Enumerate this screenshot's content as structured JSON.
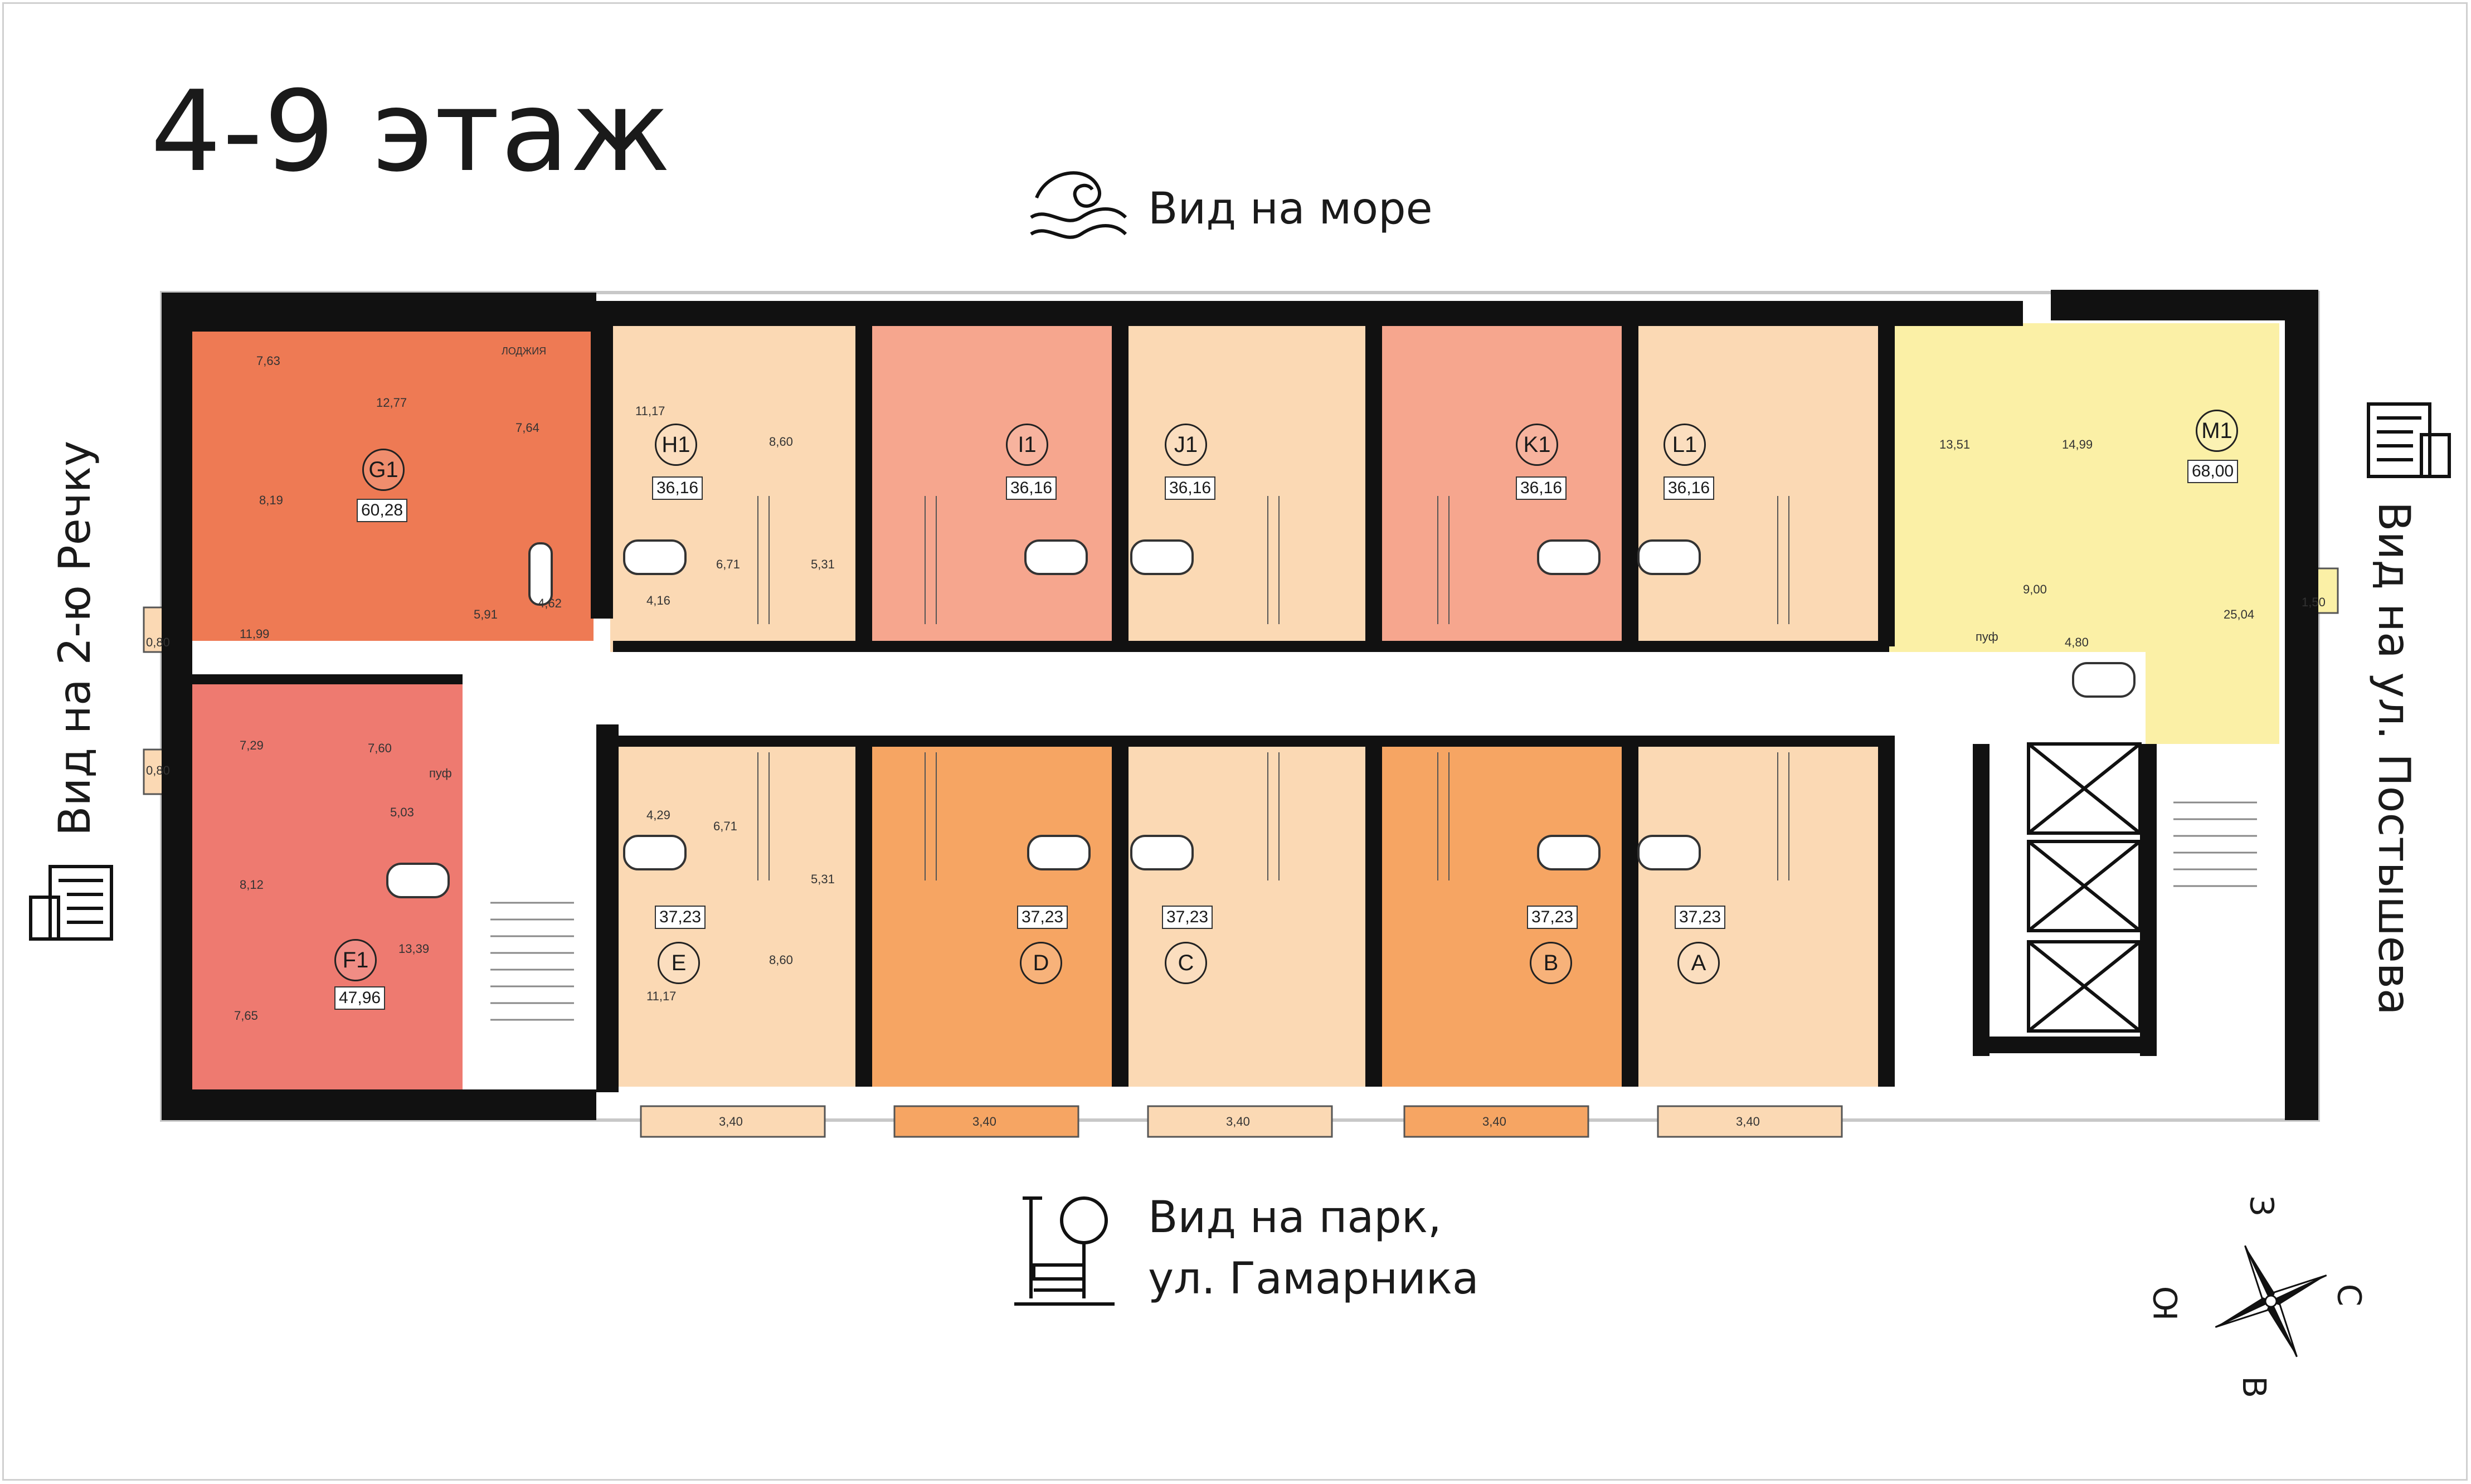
{
  "title": "4-9 этаж",
  "views": {
    "top": "Вид на море",
    "bottom_line1": "Вид на парк,",
    "bottom_line2": "ул. Гамарника",
    "left": "Вид на 2-ю Речку",
    "right": "Вид на ул. Постышева"
  },
  "compass": {
    "west": "З",
    "south": "Ю",
    "north": "С",
    "east": "В"
  },
  "colors": {
    "G1": "#ee7a54",
    "F1": "#ee7a70",
    "H1": "#fbd9b4",
    "I1": "#f6a68e",
    "J1": "#fbd9b4",
    "K1": "#f6a68e",
    "L1": "#fbd9b4",
    "M1": "#fbf0a6",
    "E": "#fbd9b4",
    "D": "#f6a563",
    "C": "#fbd9b4",
    "B": "#f6a563",
    "A": "#fbd9b4",
    "wall": "#111111",
    "corridor": "#ffffff"
  },
  "units": [
    {
      "id": "G1",
      "area": "60,28"
    },
    {
      "id": "F1",
      "area": "47,96"
    },
    {
      "id": "H1",
      "area": "36,16"
    },
    {
      "id": "I1",
      "area": "36,16"
    },
    {
      "id": "J1",
      "area": "36,16"
    },
    {
      "id": "K1",
      "area": "36,16"
    },
    {
      "id": "L1",
      "area": "36,16"
    },
    {
      "id": "M1",
      "area": "68,00"
    },
    {
      "id": "E",
      "area": "37,23"
    },
    {
      "id": "D",
      "area": "37,23"
    },
    {
      "id": "C",
      "area": "37,23"
    },
    {
      "id": "B",
      "area": "37,23"
    },
    {
      "id": "A",
      "area": "37,23"
    }
  ],
  "room_labels": {
    "g1": [
      "7,63",
      "12,77",
      "7,64",
      "8,19",
      "11,99",
      "5,91",
      "4,62",
      "ЛОДЖИЯ"
    ],
    "f1": [
      "7,29",
      "7,60",
      "5,03",
      "8,12",
      "13,39",
      "7,65",
      "пуф"
    ],
    "top_units": [
      "11,17",
      "8,60",
      "6,71",
      "5,31",
      "4,16"
    ],
    "bottom_units": [
      "4,29",
      "6,71",
      "5,31",
      "11,17",
      "8,60"
    ],
    "m1": [
      "13,51",
      "14,99",
      "9,00",
      "4,80",
      "25,04",
      "1,50",
      "пуф"
    ],
    "balconies": [
      "0,80",
      "0,80",
      "3,40"
    ]
  }
}
